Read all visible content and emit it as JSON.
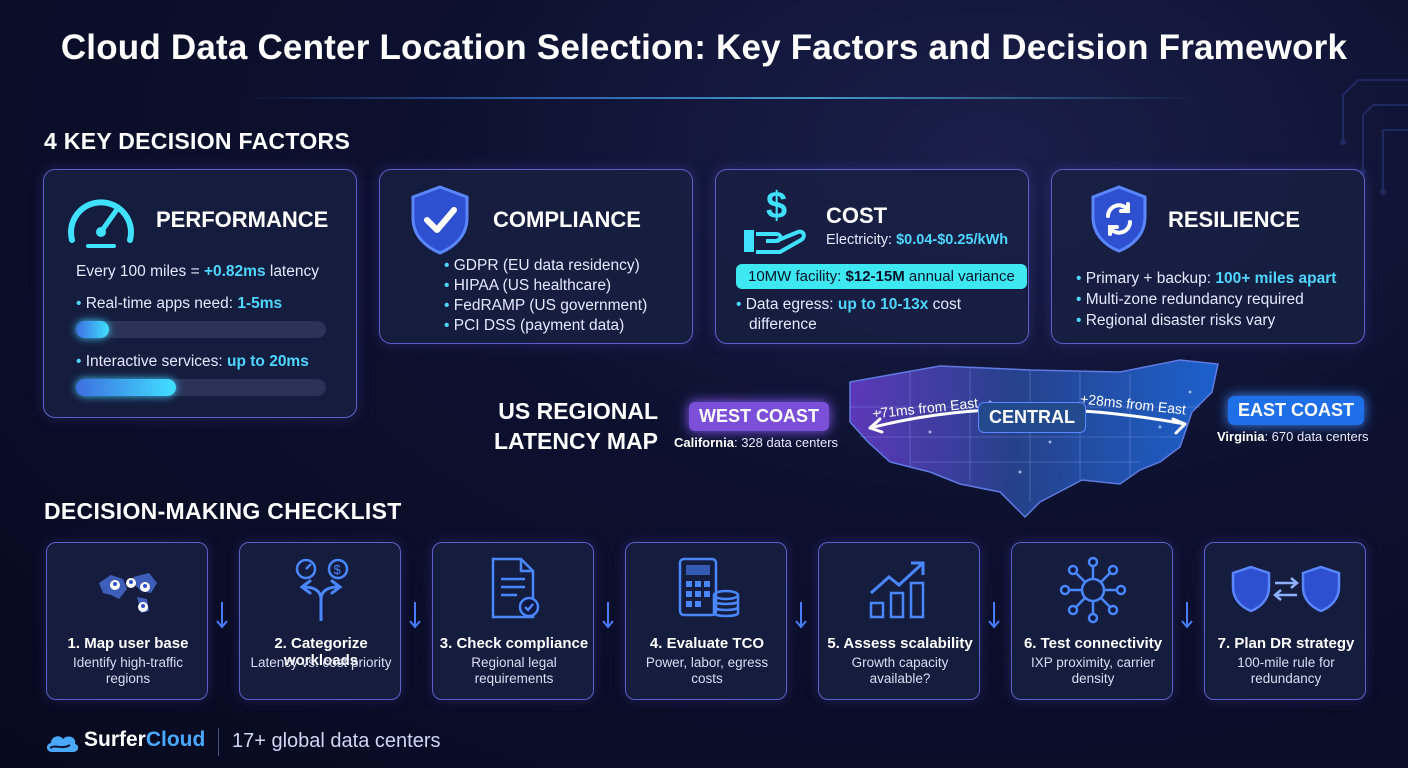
{
  "title": "Cloud Data Center Location Selection:  Key Factors and Decision Framework",
  "factors_heading": "4 KEY DECISION FACTORS",
  "performance": {
    "title": "PERFORMANCE",
    "line_prefix": "Every 100 miles = ",
    "line_value": "+0.82ms",
    "line_suffix": " latency",
    "realtime_label": "Real-time apps need: ",
    "realtime_value": "1-5ms",
    "realtime_fill": 0.13,
    "interactive_label": "Interactive services: ",
    "interactive_value": "up to 20ms",
    "interactive_fill": 0.4
  },
  "compliance": {
    "title": "COMPLIANCE",
    "items": [
      "GDPR (EU data residency)",
      "HIPAA (US healthcare)",
      "FedRAMP (US government)",
      "PCI DSS (payment data)"
    ]
  },
  "cost": {
    "title": "COST",
    "electricity_label": "Electricity: ",
    "electricity_value": "$0.04-$0.25/kWh",
    "pill_prefix": "10MW facility: ",
    "pill_value": "$12-15M",
    "pill_suffix": " annual variance",
    "egress_label": "Data egress: ",
    "egress_value": "up to 10-13x",
    "egress_suffix": " cost",
    "egress_line2": "difference"
  },
  "resilience": {
    "title": "RESILIENCE",
    "item1_label": "Primary + backup: ",
    "item1_value": "100+ miles apart",
    "item2": "Multi-zone redundancy required",
    "item3": "Regional disaster risks vary"
  },
  "map": {
    "title_line1": "US REGIONAL",
    "title_line2": "LATENCY MAP",
    "west_label": "WEST COAST",
    "west_state": "California",
    "west_count": ": 328 data centers",
    "central_label": "CENTRAL",
    "east_label": "EAST COAST",
    "east_state": "Virginia",
    "east_count": ": 670 data centers",
    "west_latency": "+71ms from East",
    "east_latency": "+28ms from East"
  },
  "checklist_heading": "DECISION-MAKING CHECKLIST",
  "steps": [
    {
      "title": "1. Map user base",
      "desc": "Identify high-traffic regions"
    },
    {
      "title": "2. Categorize workloads",
      "desc": "Latency vs. cost priority"
    },
    {
      "title": "3. Check compliance",
      "desc": "Regional legal requirements"
    },
    {
      "title": "4. Evaluate TCO",
      "desc": "Power, labor, egress costs"
    },
    {
      "title": "5. Assess scalability",
      "desc": "Growth capacity available?"
    },
    {
      "title": "6. Test connectivity",
      "desc": "IXP proximity, carrier density"
    },
    {
      "title": "7. Plan DR strategy",
      "desc": "100-mile rule for redundancy"
    }
  ],
  "footer": {
    "brand_a": "Surfer",
    "brand_b": "Cloud",
    "text": "17+ global data centers"
  },
  "colors": {
    "accent": "#4fd6ff",
    "border": "#5b5fc7",
    "west": "#7b4fd8",
    "central": "#2a5aa8",
    "east": "#1f6fe8"
  }
}
